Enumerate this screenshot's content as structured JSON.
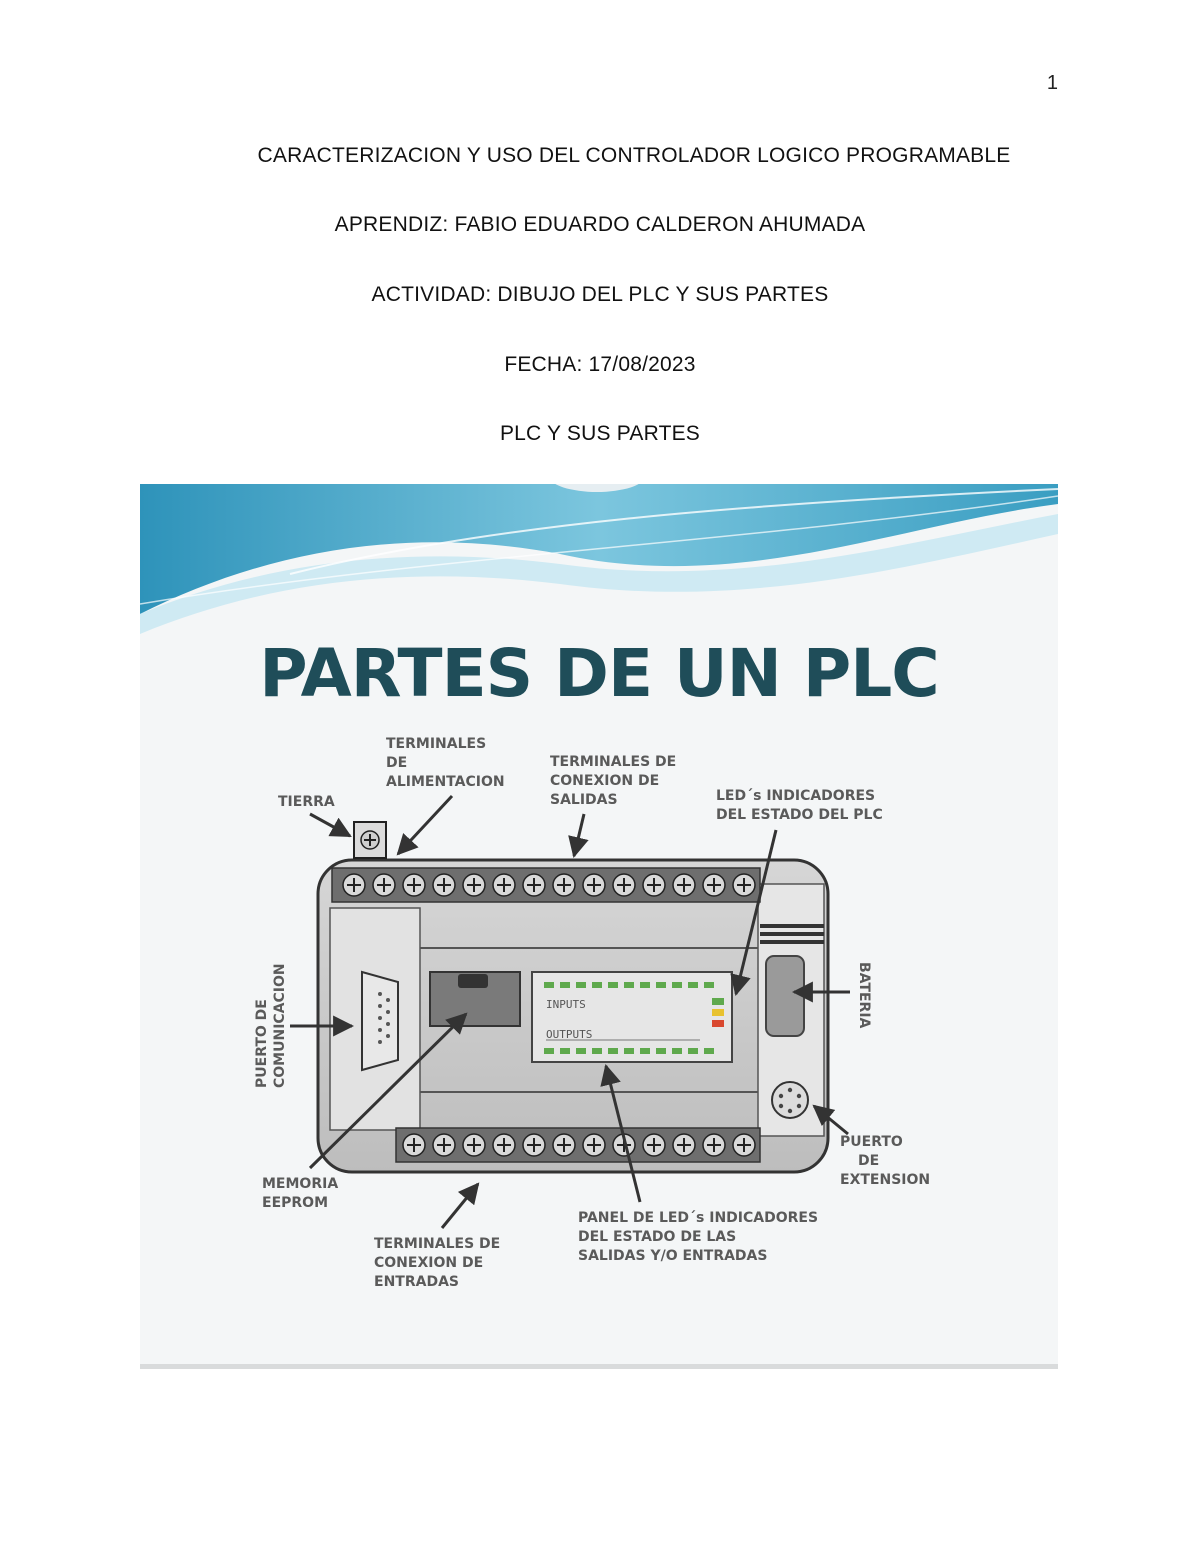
{
  "page": {
    "number": "1"
  },
  "header": {
    "lines": [
      "CARACTERIZACION Y USO DEL CONTROLADOR LOGICO PROGRAMABLE",
      "APRENDIZ: FABIO EDUARDO CALDERON AHUMADA",
      "ACTIVIDAD: DIBUJO DEL PLC Y SUS PARTES",
      "FECHA: 17/08/2023",
      "PLC Y SUS PARTES"
    ]
  },
  "figure": {
    "title": "PARTES DE UN PLC",
    "labels": {
      "tierra": [
        "TIERRA"
      ],
      "terminales_alimentacion": [
        "TERMINALES",
        "DE",
        "ALIMENTACION"
      ],
      "terminales_salidas": [
        "TERMINALES DE",
        "CONEXION DE",
        "SALIDAS"
      ],
      "leds_estado": [
        "LED´s INDICADORES",
        "DEL ESTADO DEL PLC"
      ],
      "puerto_comunicacion": [
        "PUERTO DE",
        "COMUNICACION"
      ],
      "bateria": [
        "BATERIA"
      ],
      "puerto_extension": [
        "PUERTO",
        "DE",
        "EXTENSION"
      ],
      "memoria": [
        "MEMORIA",
        "EEPROM"
      ],
      "terminales_entradas": [
        "TERMINALES DE",
        "CONEXION DE",
        "ENTRADAS"
      ],
      "panel_leds": [
        "PANEL DE LED´s INDICADORES",
        "DEL ESTADO DE LAS",
        "SALIDAS Y/O ENTRADAS"
      ]
    },
    "panel": {
      "inputs_label": "INPUTS",
      "outputs_label": "OUTPUTS"
    },
    "colors": {
      "title": "#1f4d59",
      "wave_dark": "#3a9ec2",
      "wave_light": "#b9e1ee",
      "led_green": "#5fa94d",
      "led_yellow": "#e8c230",
      "led_red": "#d9482f"
    }
  }
}
